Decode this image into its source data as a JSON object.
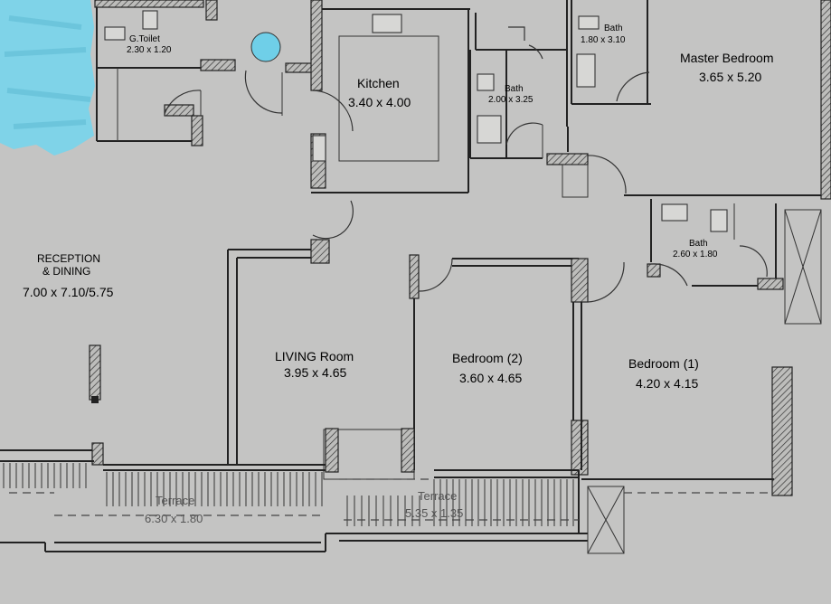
{
  "plan": {
    "rooms": {
      "g_toilet": {
        "name": "G.Toilet",
        "dim": "2.30 x 1.20"
      },
      "kitchen": {
        "name": "Kitchen",
        "dim": "3.40 x 4.00"
      },
      "bath_center": {
        "name": "Bath",
        "dim": "2.00 x 3.25"
      },
      "bath_top": {
        "name": "Bath",
        "dim": "1.80 x 3.10"
      },
      "master_bedroom": {
        "name": "Master Bedroom",
        "dim": "3.65 x 5.20"
      },
      "bath_right": {
        "name": "Bath",
        "dim": "2.60 x 1.80"
      },
      "reception": {
        "name_line1": "RECEPTION",
        "name_line2": "& DINING",
        "dim": "7.00 x 7.10/5.75"
      },
      "living": {
        "name": "LIVING Room",
        "dim": "3.95 x 4.65"
      },
      "bedroom2": {
        "name": "Bedroom (2)",
        "dim": "3.60 x 4.65"
      },
      "bedroom1": {
        "name": "Bedroom (1)",
        "dim": "4.20 x 4.15"
      },
      "terrace_left": {
        "name": "Terrace",
        "dim": "6.30 x 1.80"
      },
      "terrace_right": {
        "name": "Terrace",
        "dim": "5.35 x 1.35"
      }
    },
    "colors": {
      "paper": "#c9c9c7",
      "ink": "#1e1e1e",
      "redaction": "#7fd3e8"
    }
  }
}
